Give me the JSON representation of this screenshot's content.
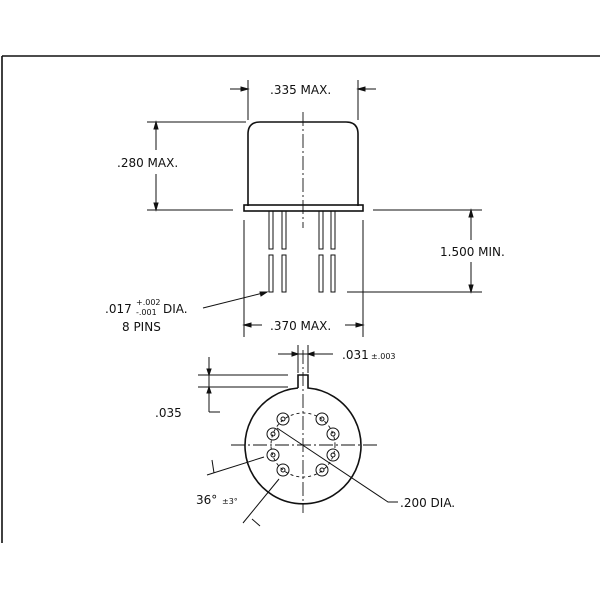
{
  "side_view": {
    "width_dim": ".335 MAX.",
    "height_dim": ".280 MAX.",
    "lead_length_dim": "1.500 MIN.",
    "flange_dim": ".370 MAX.",
    "pin_dia": ".017",
    "pin_tol_plus": "+.002",
    "pin_tol_minus": "-.001",
    "pin_dia_suffix": "DIA.",
    "pin_count": "8  PINS"
  },
  "bottom_view": {
    "tab_width_dim": ".031",
    "tab_width_tol": "±.003",
    "tab_height_dim": ".035",
    "angle_dim": "36°",
    "angle_tol": "±3°",
    "pin_circle_dim": ".200 DIA."
  }
}
